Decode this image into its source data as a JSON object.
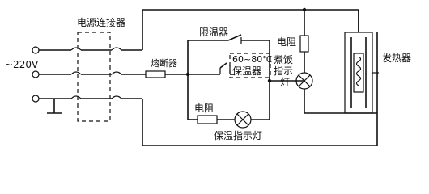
{
  "labels": {
    "connector": "电源连接器",
    "voltage": "~220V",
    "fuse": "熔断器",
    "limiter": "限温器",
    "temp_range": "60~80℃",
    "warmer": "保温器",
    "resistor_top": "电阻",
    "cook_lamp": [
      "煮饭",
      "指示",
      "灯"
    ],
    "heater": "发热器",
    "resistor_bottom": "电阻",
    "warm_lamp": "保温指示灯"
  }
}
